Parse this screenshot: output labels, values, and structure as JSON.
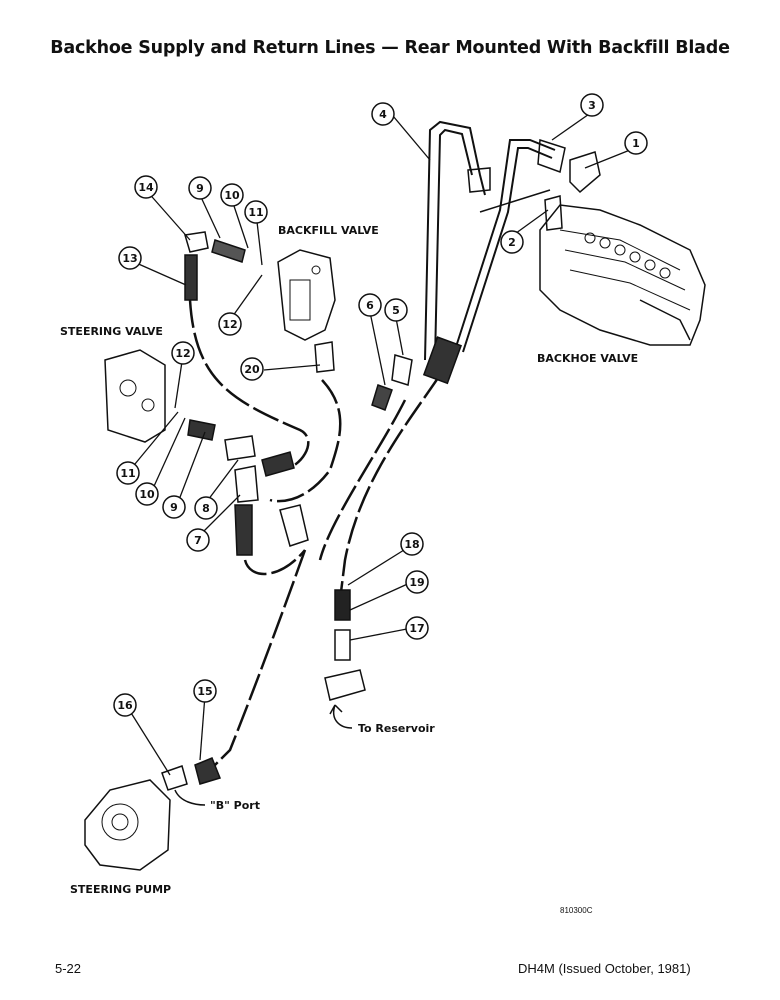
{
  "title": "Backhoe Supply and Return Lines — Rear Mounted With Backfill Blade",
  "labels": {
    "backfill_valve": "BACKFILL VALVE",
    "steering_valve": "STEERING VALVE",
    "backhoe_valve": "BACKHOE VALVE",
    "steering_pump": "STEERING PUMP",
    "to_reservoir": "To Reservoir",
    "b_port": "\"B\" Port"
  },
  "callouts": [
    "1",
    "2",
    "3",
    "4",
    "5",
    "6",
    "7",
    "8",
    "9",
    "10",
    "11",
    "12",
    "13",
    "14",
    "15",
    "16",
    "17",
    "18",
    "19",
    "20"
  ],
  "callouts_extra": {
    "9b": "9",
    "10b": "10",
    "11b": "11",
    "12b": "12"
  },
  "drawing_number": "810300C",
  "footer": {
    "page": "5-22",
    "doc": "DH4M (Issued October, 1981)"
  }
}
